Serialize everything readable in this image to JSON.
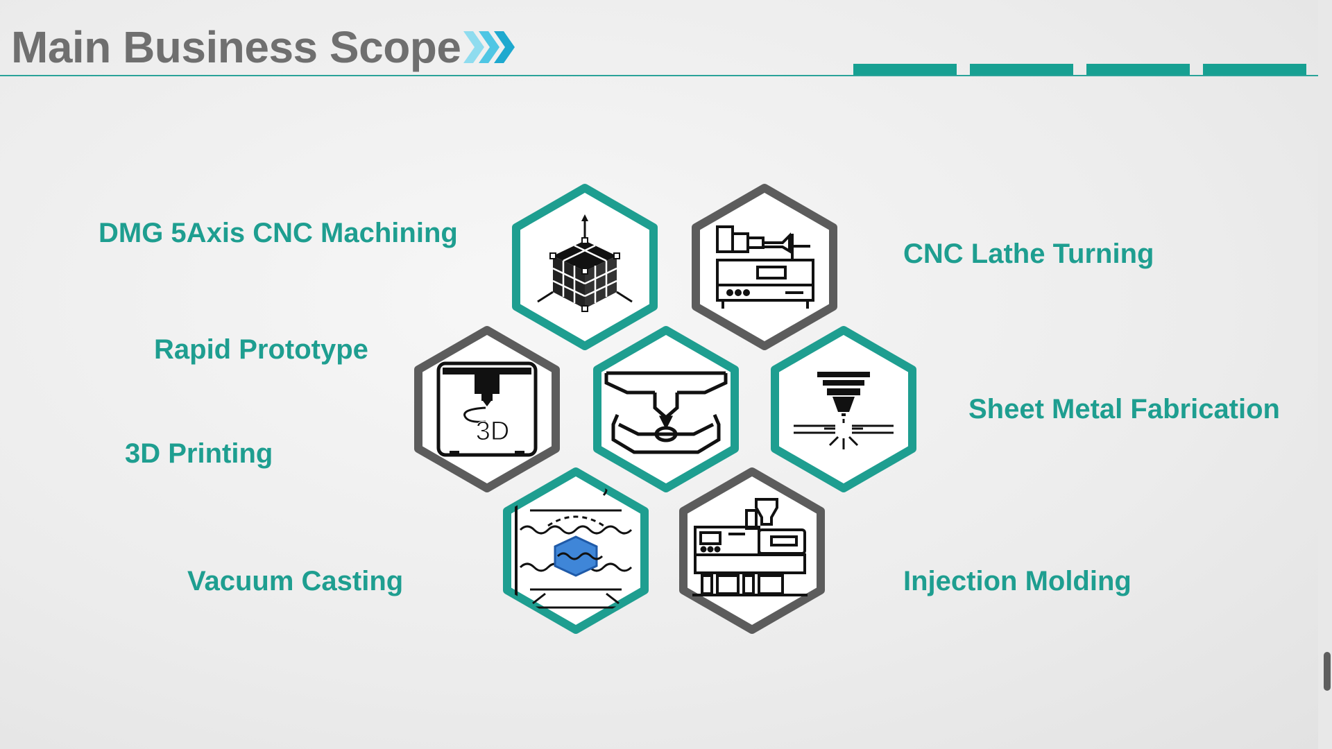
{
  "header": {
    "title": "Main Business Scope",
    "accent_color": "#1e9e90",
    "chevron_color": "#4fc6e4",
    "tab_count": 4
  },
  "services": [
    {
      "label": "DMG 5Axis CNC Machining",
      "icon": "5-axis-cube-icon",
      "border": "teal"
    },
    {
      "label": "CNC Lathe Turning",
      "icon": "cnc-lathe-icon",
      "border": "gray"
    },
    {
      "label": "Rapid Prototype",
      "icon": "laser-cutter-icon",
      "border": "teal"
    },
    {
      "label": "3D Printing",
      "icon": "3d-printer-icon",
      "border": "gray"
    },
    {
      "label": "Sheet Metal Fabrication",
      "icon": "laser-sheet-cutting-icon",
      "border": "teal"
    },
    {
      "label": "Vacuum Casting",
      "icon": "vacuum-casting-icon",
      "border": "teal"
    },
    {
      "label": "Injection Molding",
      "icon": "injection-molding-machine-icon",
      "border": "gray"
    }
  ],
  "hex_icon_text": {
    "3d_printer": "3D"
  },
  "colors": {
    "teal": "#1e9e90",
    "gray": "#5c5c5c",
    "blue": "#3f86d8"
  }
}
